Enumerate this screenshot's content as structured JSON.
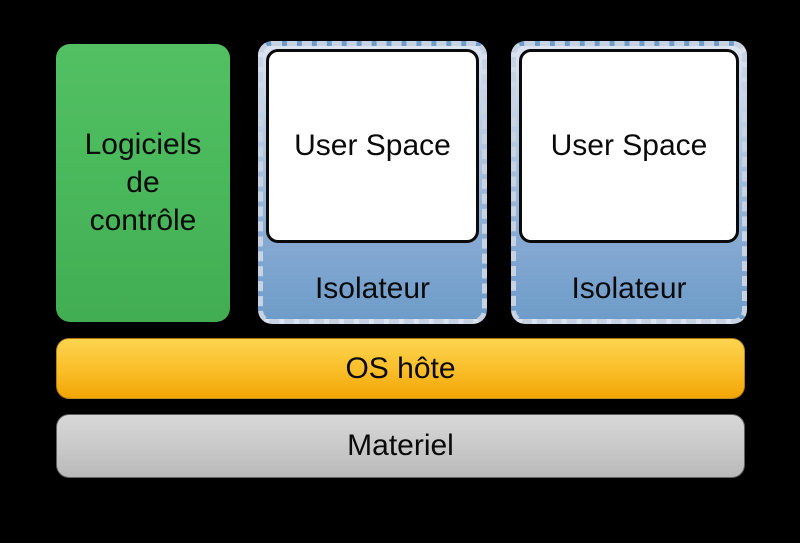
{
  "diagram": {
    "background_color": "#000000",
    "text_color": "#0a0a0a",
    "control_box": {
      "lines": [
        "Logiciels",
        "de",
        "contrôle"
      ],
      "full_label": "Logiciels de contrôle",
      "fill_color": "#4ab95c"
    },
    "isolators": [
      {
        "user_space_label": "User Space",
        "isolator_label": "Isolateur"
      },
      {
        "user_space_label": "User Space",
        "isolator_label": "Isolateur"
      }
    ],
    "isolator_style": {
      "dash_color": "#c7d2e3",
      "fill_top": "#dde4f1",
      "fill_bottom": "#6e9cc9",
      "user_space_fill": "#ffffff"
    },
    "host_os_bar": {
      "label": "OS hôte",
      "fill_top": "#fcd44f",
      "fill_bottom": "#f3a506"
    },
    "hardware_bar": {
      "label": "Materiel",
      "fill_top": "#d8d8d8",
      "fill_bottom": "#b9b9b9"
    }
  }
}
